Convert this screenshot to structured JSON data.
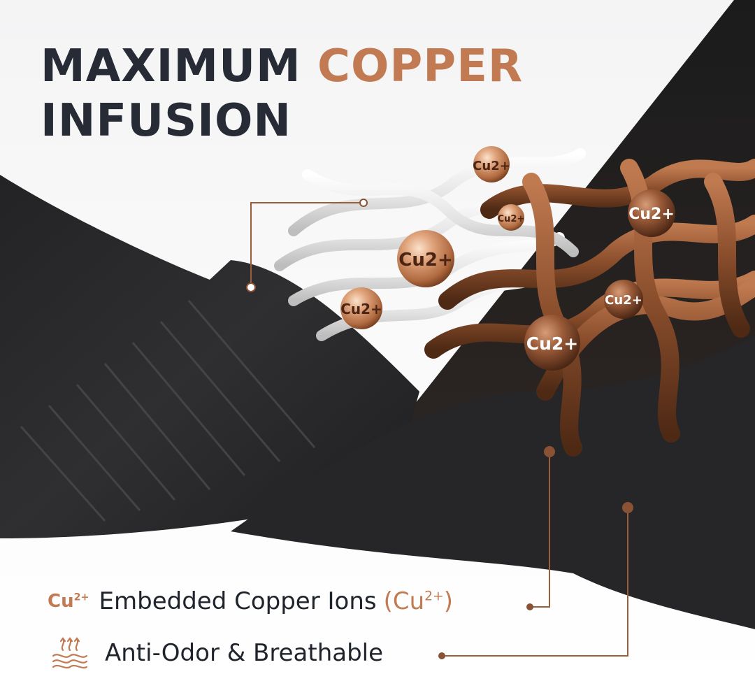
{
  "headline": {
    "line1_dark": "MAXIMUM",
    "line1_accent": "COPPER",
    "line2": "INFUSION"
  },
  "ions": [
    {
      "label": "Cu2+"
    },
    {
      "label": "Cu2+"
    },
    {
      "label": "Cu2+"
    },
    {
      "label": "Cu2+"
    },
    {
      "label": "Cu2+"
    },
    {
      "label": "Cu2+"
    },
    {
      "label": "Cu2+"
    }
  ],
  "features": {
    "ions": {
      "icon_label": "Cu",
      "icon_sup": "2+",
      "text": "Embedded Copper Ions",
      "paren_open": "(Cu",
      "paren_sup": "2+",
      "paren_close": ")"
    },
    "odor": {
      "icon": "heat-waves-icon",
      "text": "Anti-Odor & Breathable"
    }
  },
  "colors": {
    "heading": "#262b36",
    "accent": "#c27a52",
    "fabric": "#2a2a2c",
    "copper_fiber": "#8a4e2c",
    "white_fiber": "#e6e6e6",
    "background": "#ffffff"
  }
}
